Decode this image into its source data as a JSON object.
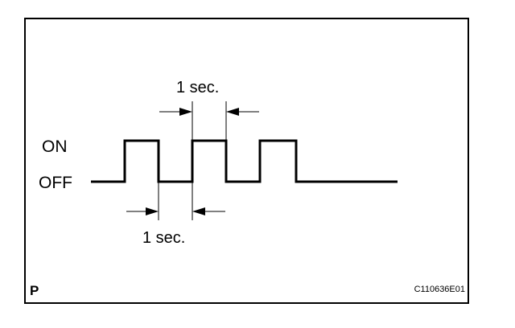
{
  "labels": {
    "on": "ON",
    "off": "OFF",
    "top_interval": "1 sec.",
    "bottom_interval": "1 sec."
  },
  "footer": {
    "left_code": "P",
    "right_code": "C110636E01"
  },
  "colors": {
    "line": "#000000",
    "background": "#ffffff"
  }
}
